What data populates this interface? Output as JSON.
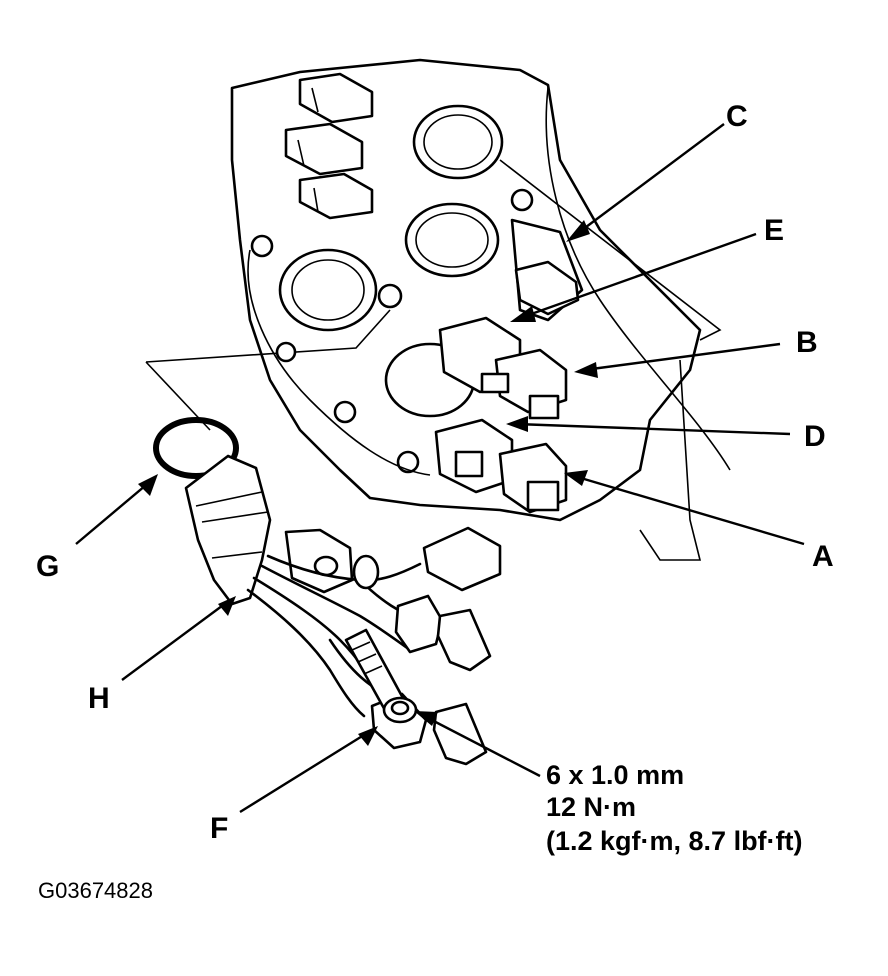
{
  "labels": {
    "A": "A",
    "B": "B",
    "C": "C",
    "D": "D",
    "E": "E",
    "F": "F",
    "G": "G",
    "H": "H"
  },
  "spec": {
    "line1": "6 x 1.0 mm",
    "line2": "12 N·m",
    "line3": "(1.2 kgf·m, 8.7 lbf·ft)"
  },
  "figure_id": "G03674828"
}
